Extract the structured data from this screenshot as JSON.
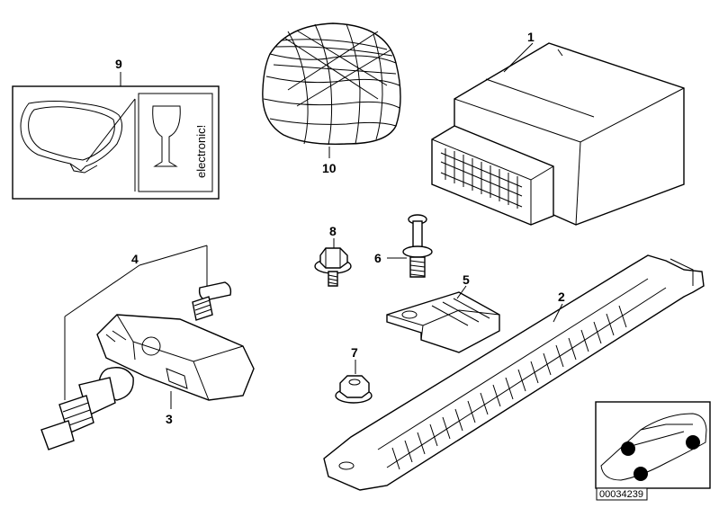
{
  "callouts": {
    "c1": "1",
    "c2": "2",
    "c3": "3",
    "c4": "4",
    "c5": "5",
    "c6": "6",
    "c7": "7",
    "c8": "8",
    "c9": "9",
    "c10": "10"
  },
  "label_box": {
    "text": "electronic!"
  },
  "part_number": "00034239"
}
